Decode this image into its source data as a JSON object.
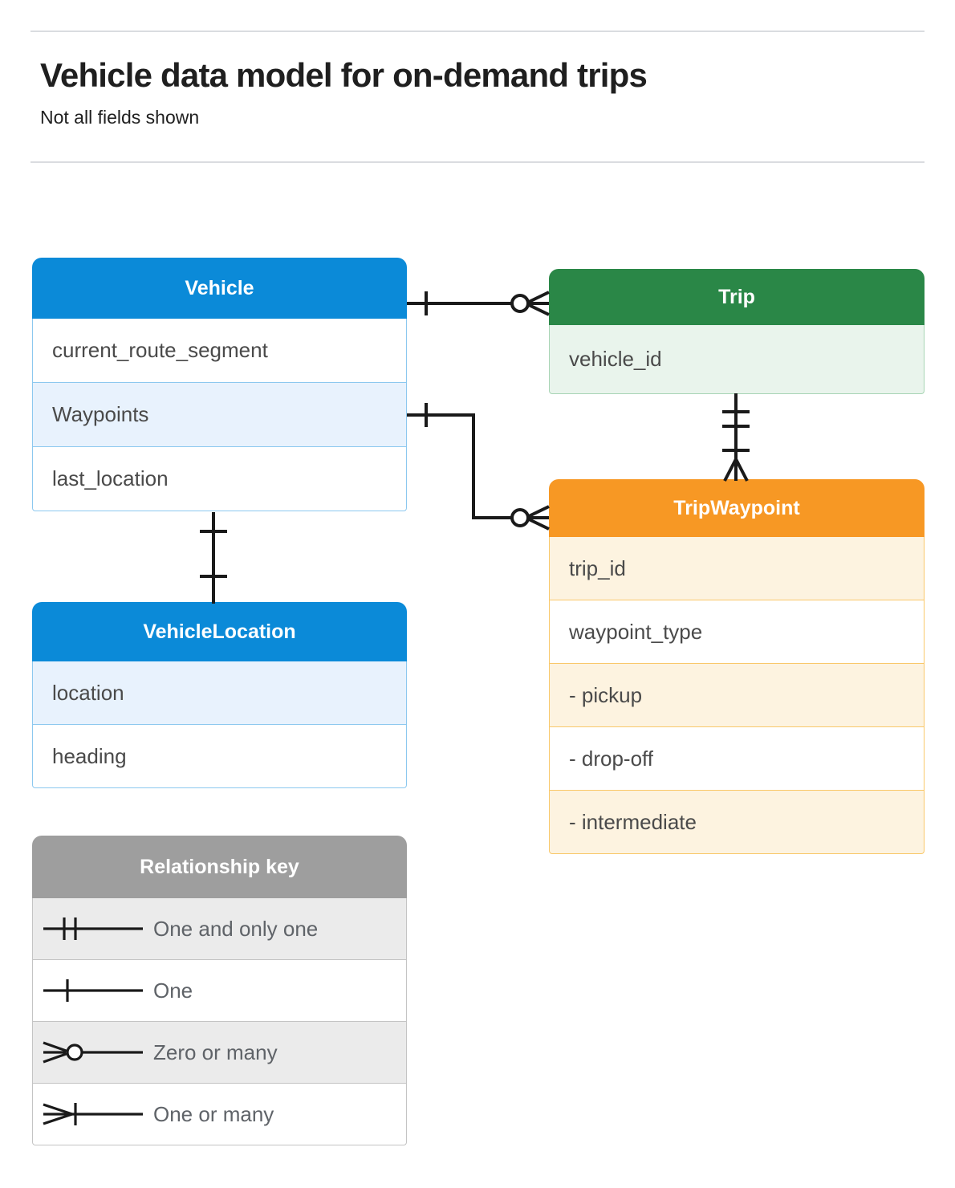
{
  "header": {
    "title": "Vehicle data model for on-demand trips",
    "subtitle": "Not all fields shown"
  },
  "colors": {
    "blue_header": "#0b8ad8",
    "blue_row_alt": "#e8f2fd",
    "blue_border": "#8cc8ef",
    "green_header": "#2a8747",
    "green_row_alt": "#e9f4ec",
    "green_border": "#a8d5b5",
    "orange_header": "#f79824",
    "orange_row_alt": "#fdf3e0",
    "orange_border": "#f9c86a",
    "grey_header": "#9e9e9e",
    "grey_row_alt": "#ebebeb",
    "line": "#1a1a1a",
    "rule": "#dadce0"
  },
  "entities": {
    "vehicle": {
      "name": "Vehicle",
      "fields": [
        "current_route_segment",
        "Waypoints",
        "last_location"
      ]
    },
    "vehicle_location": {
      "name": "VehicleLocation",
      "fields": [
        "location",
        "heading"
      ]
    },
    "trip": {
      "name": "Trip",
      "fields": [
        "vehicle_id"
      ]
    },
    "trip_waypoint": {
      "name": "TripWaypoint",
      "fields": [
        "trip_id",
        "waypoint_type",
        "-  pickup",
        "-  drop-off",
        "-  intermediate"
      ]
    }
  },
  "legend": {
    "title": "Relationship key",
    "items": [
      {
        "symbol": "one-and-only-one",
        "label": "One and only one"
      },
      {
        "symbol": "one",
        "label": "One"
      },
      {
        "symbol": "zero-or-many",
        "label": "Zero or many"
      },
      {
        "symbol": "one-or-many",
        "label": "One or many"
      }
    ]
  },
  "relationships": [
    {
      "from": "Vehicle",
      "to": "Trip",
      "from_cardinality": "one",
      "to_cardinality": "zero-or-many"
    },
    {
      "from": "Vehicle.Waypoints",
      "to": "TripWaypoint",
      "from_cardinality": "one",
      "to_cardinality": "zero-or-many"
    },
    {
      "from": "Vehicle",
      "to": "VehicleLocation",
      "from_cardinality": "one",
      "to_cardinality": "one"
    },
    {
      "from": "Trip",
      "to": "TripWaypoint",
      "from_cardinality": "one-and-only-one",
      "to_cardinality": "one-or-many"
    }
  ]
}
